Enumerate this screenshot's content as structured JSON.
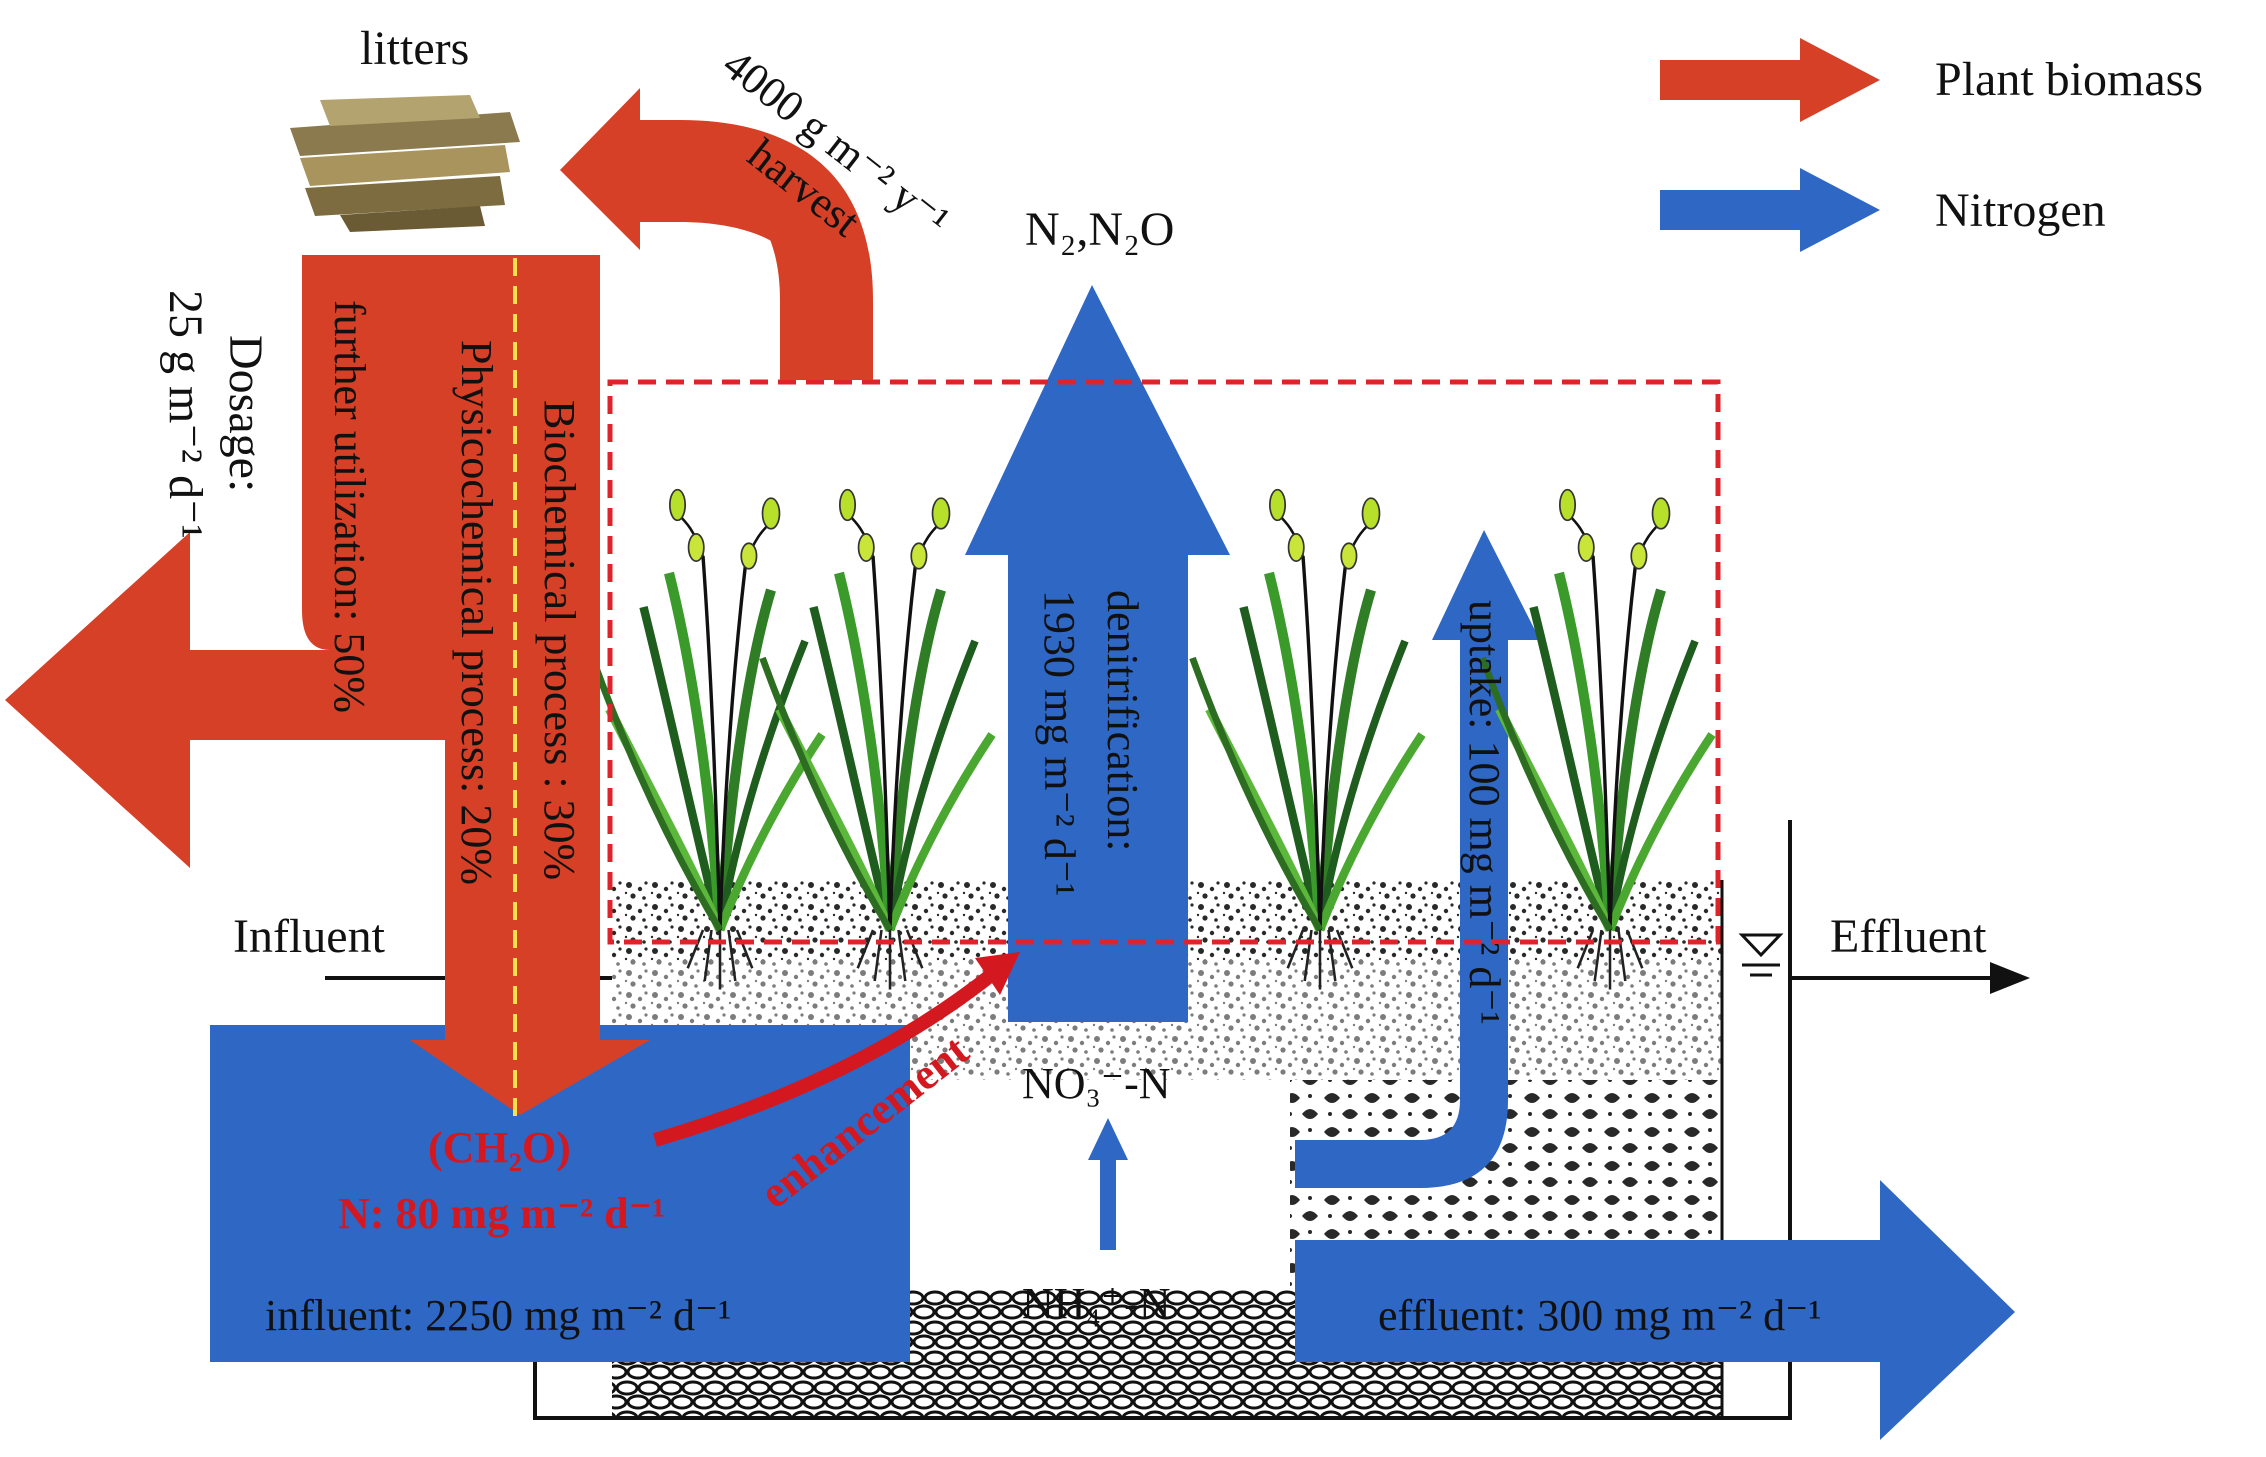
{
  "legend": {
    "plant_biomass": "Plant biomass",
    "nitrogen": "Nitrogen",
    "plant_color": "#d64027",
    "nitrogen_color": "#2f67c4"
  },
  "labels": {
    "litters": "litters",
    "harvest_rate": "4000 g m⁻² y⁻¹",
    "harvest": "harvest",
    "gas": "N₂,N₂O",
    "dosage_1": "Dosage:",
    "dosage_2": "25 g m⁻² d⁻¹",
    "further_utilization": "further utilization: 50%",
    "biochemical": "Biochemical process : 30%",
    "physicochemical": "Physicochemical process: 20%",
    "denitrification_1": "denitrification:",
    "denitrification_2": "1930 mg m⁻² d⁻¹",
    "uptake": "uptake: 100 mg m⁻² d⁻¹",
    "influent_label": "Influent",
    "effluent_label": "Effluent",
    "no3": "NO₃⁻-N",
    "nh4": "NH₄⁺-N",
    "ch2o": "(CH₂O)",
    "n_carbon": "N: 80 mg m⁻² d⁻¹",
    "enhancement": "enhancement",
    "influent_flow": "influent: 2250 mg m⁻² d⁻¹",
    "effluent_flow": "effluent: 300 mg m⁻² d⁻¹"
  }
}
